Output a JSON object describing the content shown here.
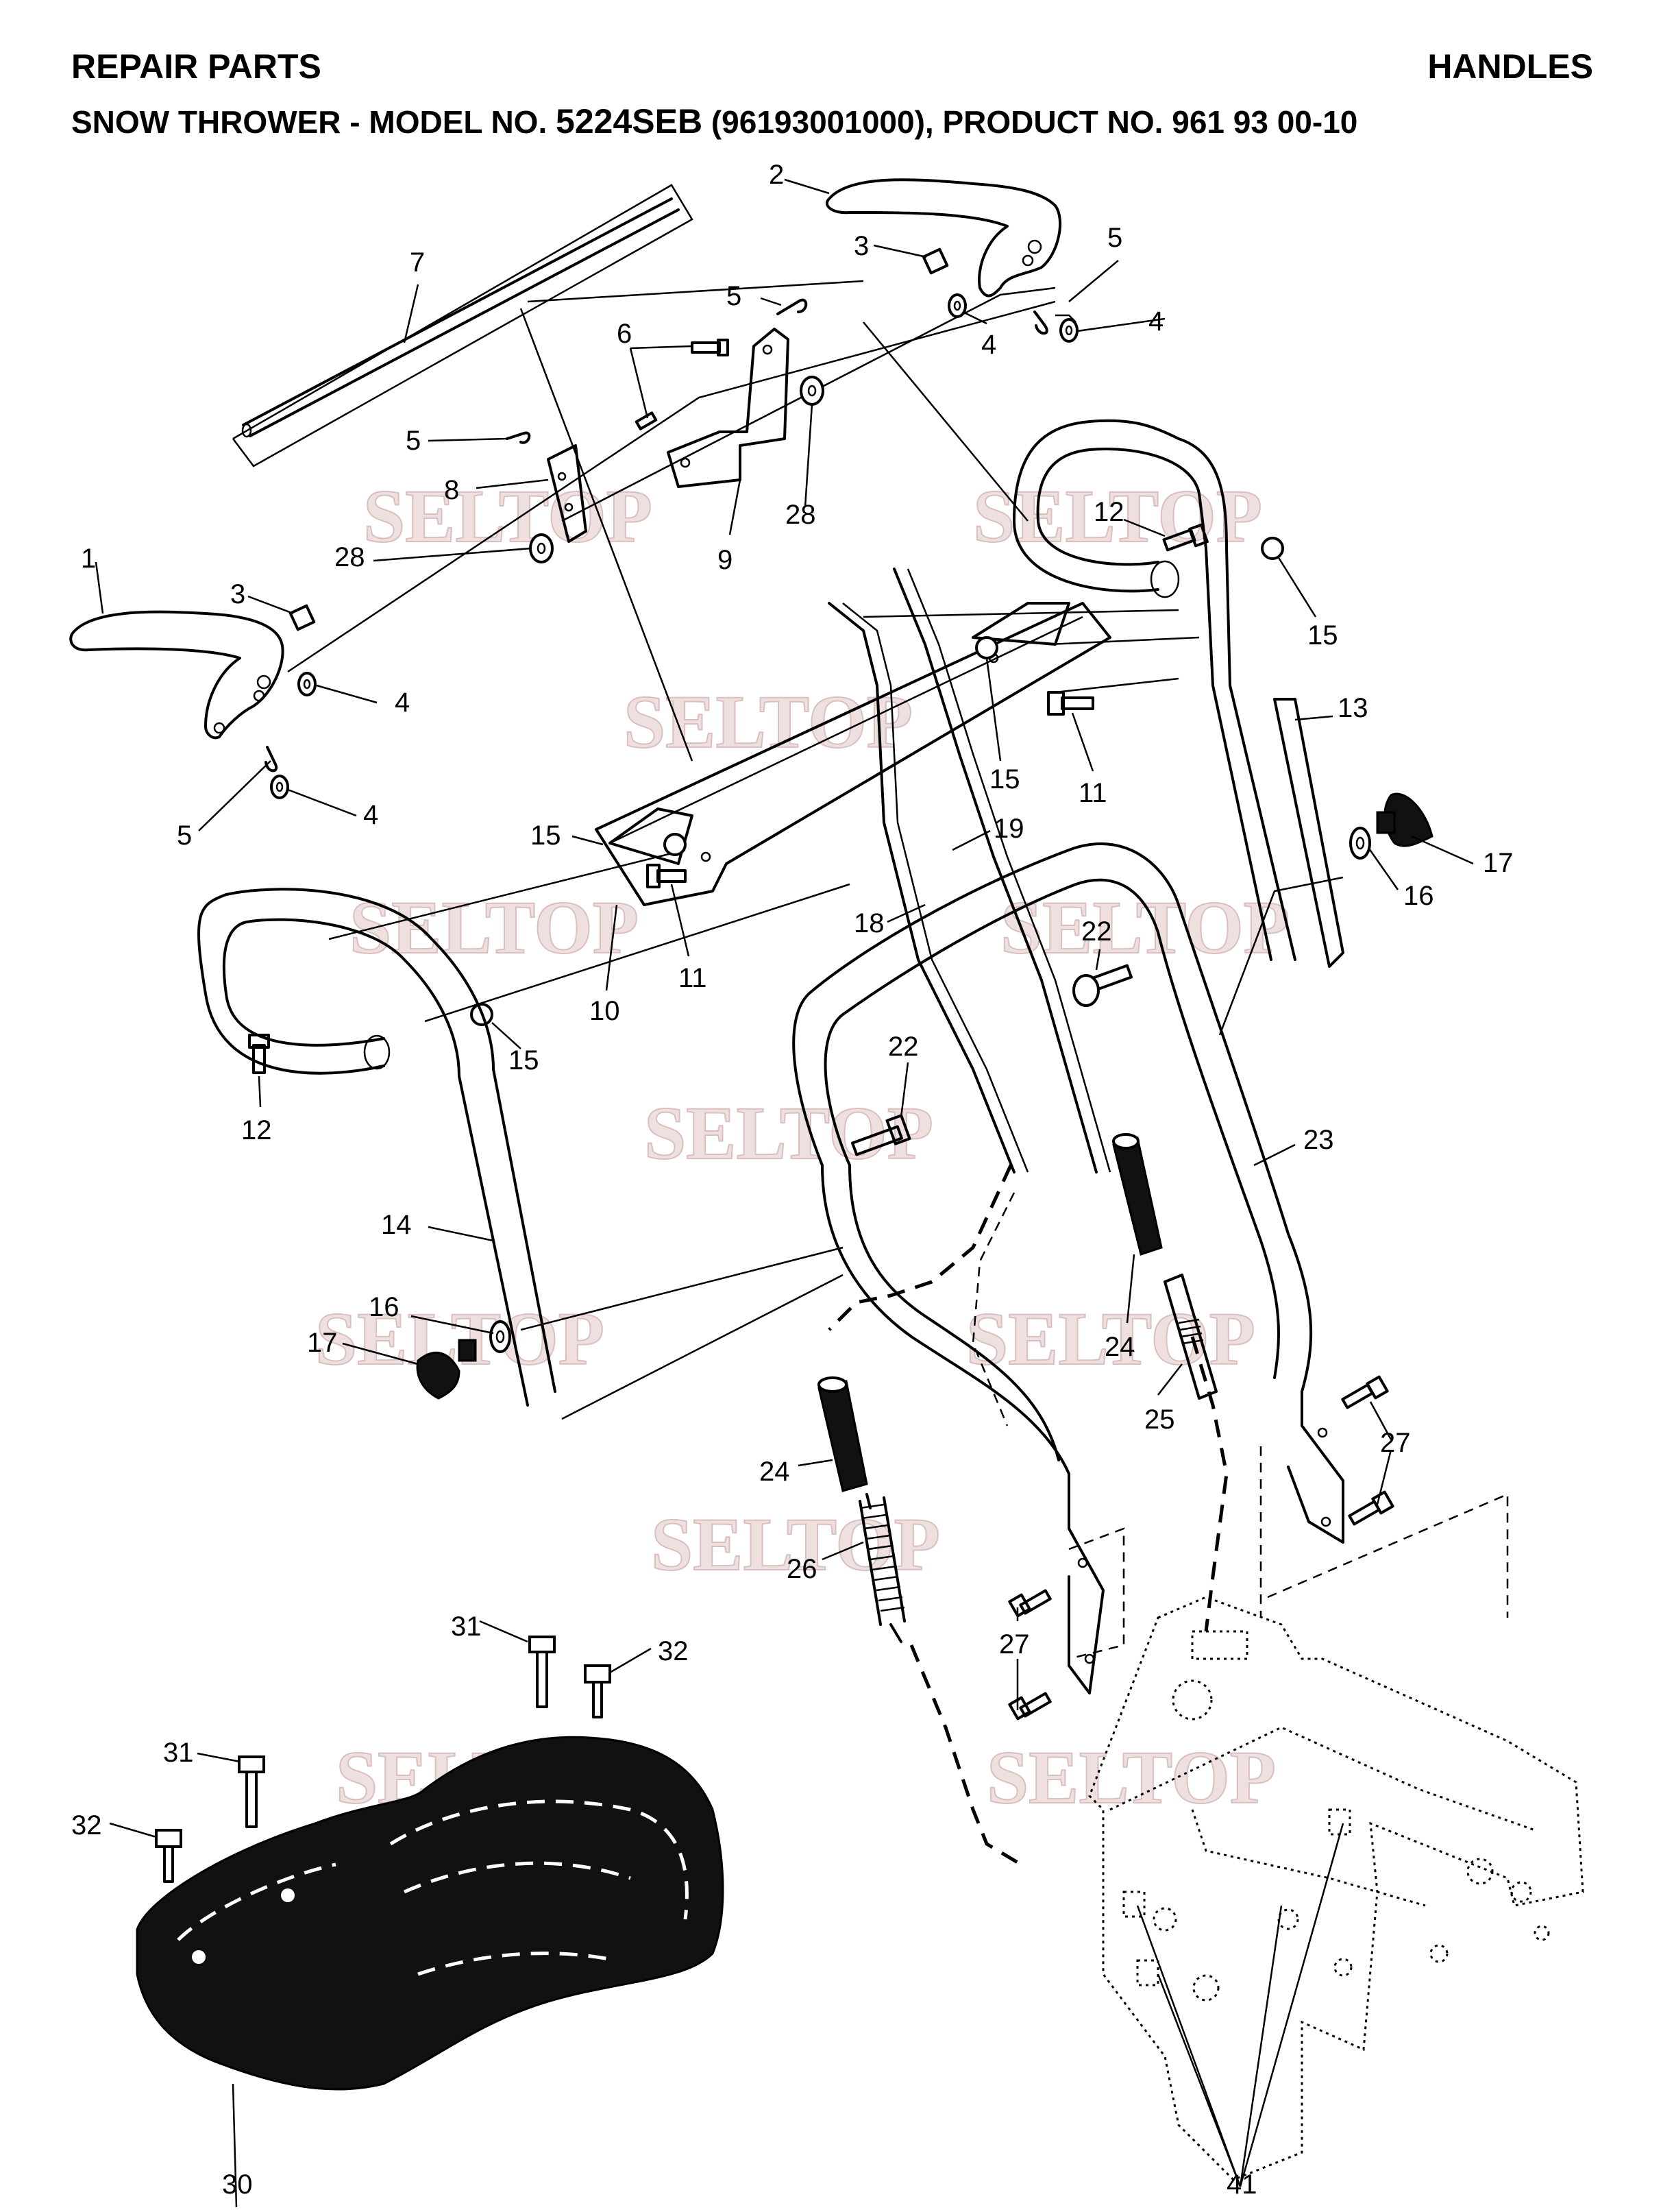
{
  "header": {
    "section": "REPAIR PARTS",
    "category": "HANDLES",
    "subtitle_prefix": "SNOW THROWER - MODEL NO. ",
    "model_no": "5224SEB",
    "subtitle_suffix": " (96193001000), PRODUCT NO. 961 93 00-10"
  },
  "watermark": "SELTOP",
  "callouts": {
    "c1": "1",
    "c2": "2",
    "c3a": "3",
    "c3b": "3",
    "c4a": "4",
    "c4b": "4",
    "c4c": "4",
    "c4d": "4",
    "c5a": "5",
    "c5b": "5",
    "c5c": "5",
    "c5d": "5",
    "c6": "6",
    "c7": "7",
    "c8": "8",
    "c9": "9",
    "c10": "10",
    "c11a": "11",
    "c11b": "11",
    "c12a": "12",
    "c12b": "12",
    "c13": "13",
    "c14": "14",
    "c15a": "15",
    "c15b": "15",
    "c15c": "15",
    "c15d": "15",
    "c16a": "16",
    "c16b": "16",
    "c17a": "17",
    "c17b": "17",
    "c18": "18",
    "c19": "19",
    "c22a": "22",
    "c22b": "22",
    "c23": "23",
    "c24a": "24",
    "c24b": "24",
    "c25": "25",
    "c26": "26",
    "c27a": "27",
    "c27b": "27",
    "c28a": "28",
    "c28b": "28",
    "c30": "30",
    "c31a": "31",
    "c31b": "31",
    "c32a": "32",
    "c32b": "32",
    "c41": "41"
  }
}
